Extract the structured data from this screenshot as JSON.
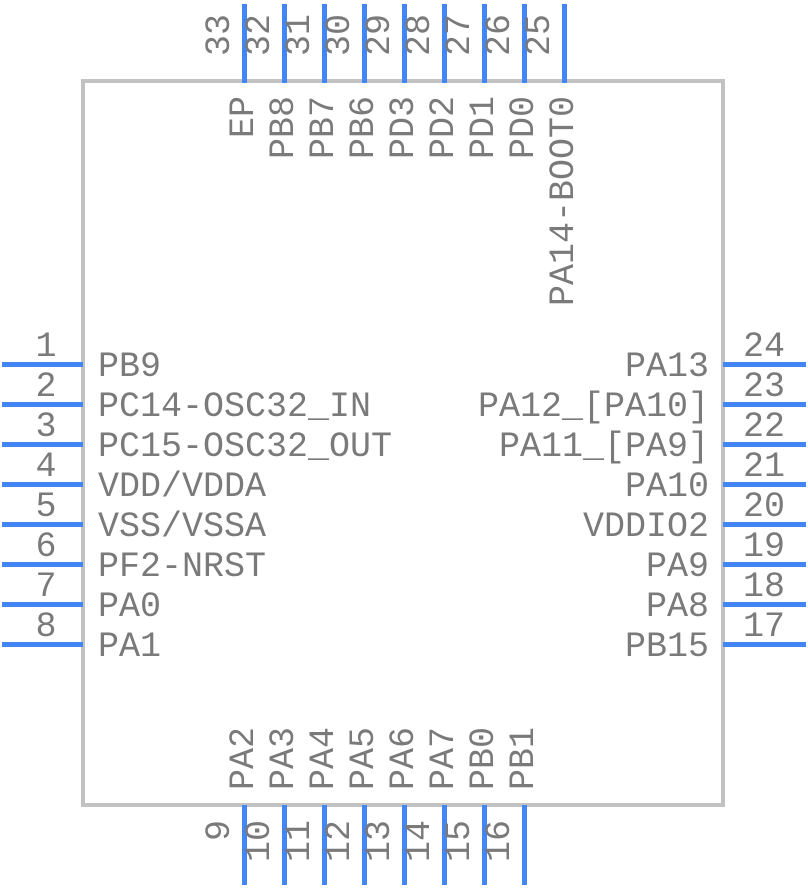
{
  "diagram": {
    "kind": "ic-pinout-symbol",
    "colors": {
      "pin_lead": "#4285f4",
      "pin_text": "#7a7a7a",
      "body_outline": "#c2c2c2",
      "background": "#ffffff"
    },
    "pins": {
      "top": [
        {
          "num": "33",
          "label": "EP"
        },
        {
          "num": "32",
          "label": "PB8"
        },
        {
          "num": "31",
          "label": "PB7"
        },
        {
          "num": "30",
          "label": "PB6"
        },
        {
          "num": "29",
          "label": "PD3"
        },
        {
          "num": "28",
          "label": "PD2"
        },
        {
          "num": "27",
          "label": "PD1"
        },
        {
          "num": "26",
          "label": "PD0"
        },
        {
          "num": "25",
          "label": "PA14-BOOT0"
        }
      ],
      "left": [
        {
          "num": "1",
          "label": "PB9"
        },
        {
          "num": "2",
          "label": "PC14-OSC32_IN"
        },
        {
          "num": "3",
          "label": "PC15-OSC32_OUT"
        },
        {
          "num": "4",
          "label": "VDD/VDDA"
        },
        {
          "num": "5",
          "label": "VSS/VSSA"
        },
        {
          "num": "6",
          "label": "PF2-NRST"
        },
        {
          "num": "7",
          "label": "PA0"
        },
        {
          "num": "8",
          "label": "PA1"
        }
      ],
      "right": [
        {
          "num": "24",
          "label": "PA13"
        },
        {
          "num": "23",
          "label": "PA12_[PA10]"
        },
        {
          "num": "22",
          "label": "PA11_[PA9]"
        },
        {
          "num": "21",
          "label": "PA10"
        },
        {
          "num": "20",
          "label": "VDDIO2"
        },
        {
          "num": "19",
          "label": "PA9"
        },
        {
          "num": "18",
          "label": "PA8"
        },
        {
          "num": "17",
          "label": "PB15"
        }
      ],
      "bottom": [
        {
          "num": "9",
          "label": "PA2"
        },
        {
          "num": "10",
          "label": "PA3"
        },
        {
          "num": "11",
          "label": "PA4"
        },
        {
          "num": "12",
          "label": "PA5"
        },
        {
          "num": "13",
          "label": "PA6"
        },
        {
          "num": "14",
          "label": "PA7"
        },
        {
          "num": "15",
          "label": "PB0"
        },
        {
          "num": "16",
          "label": "PB1"
        }
      ]
    }
  }
}
